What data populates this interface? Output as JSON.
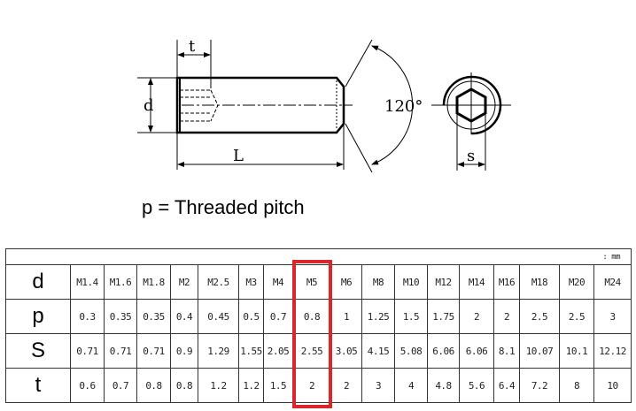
{
  "drawing": {
    "labels": {
      "t": "t",
      "d": "d",
      "L": "L",
      "angle": "120°",
      "s": "s"
    },
    "caption": "p = Threaded pitch"
  },
  "table": {
    "unit": ": mm",
    "highlight_color": "#d8262a",
    "highlighted_column": "M5",
    "rows": [
      {
        "label": "d",
        "values": [
          "M1.4",
          "M1.6",
          "M1.8",
          "M2",
          "M2.5",
          "M3",
          "M4",
          "M5",
          "M6",
          "M8",
          "M10",
          "M12",
          "M14",
          "M16",
          "M18",
          "M20",
          "M24"
        ]
      },
      {
        "label": "p",
        "values": [
          "0.3",
          "0.35",
          "0.35",
          "0.4",
          "0.45",
          "0.5",
          "0.7",
          "0.8",
          "1",
          "1.25",
          "1.5",
          "1.75",
          "2",
          "2",
          "2.5",
          "2.5",
          "3"
        ]
      },
      {
        "label": "S",
        "values": [
          "0.71",
          "0.71",
          "0.71",
          "0.9",
          "1.29",
          "1.55",
          "2.05",
          "2.55",
          "3.05",
          "4.15",
          "5.08",
          "6.06",
          "6.06",
          "8.1",
          "10.07",
          "10.1",
          "12.12"
        ]
      },
      {
        "label": "t",
        "values": [
          "0.6",
          "0.7",
          "0.8",
          "0.8",
          "1.2",
          "1.2",
          "1.5",
          "2",
          "2",
          "3",
          "4",
          "4.8",
          "5.6",
          "6.4",
          "7.2",
          "8",
          "10"
        ]
      }
    ]
  }
}
